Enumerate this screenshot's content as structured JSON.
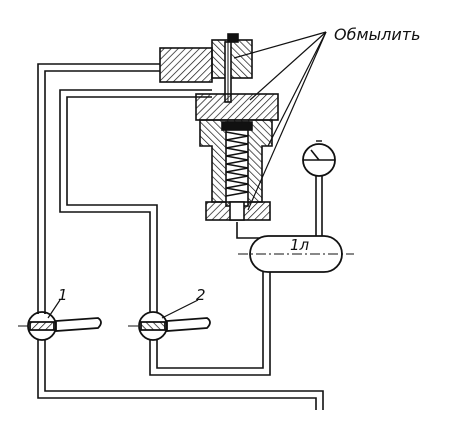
{
  "labels": {
    "soap_note": "Обмылить",
    "valve_1": "1",
    "valve_2": "2",
    "tank": "1л"
  },
  "colors": {
    "ink": "#111111",
    "paper": "#ffffff"
  }
}
